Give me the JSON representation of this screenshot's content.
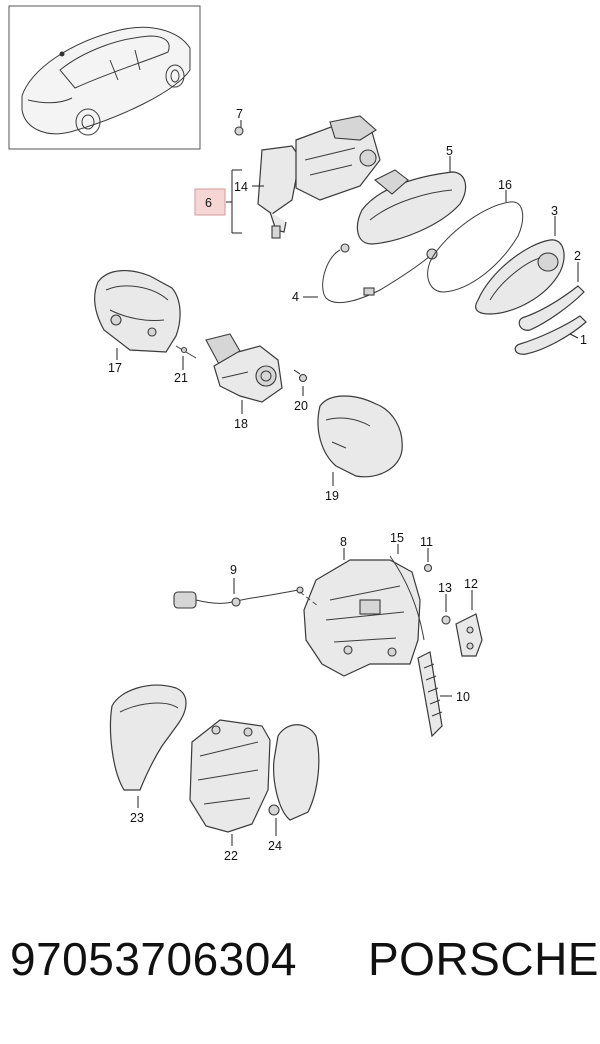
{
  "part_number": "97053706304",
  "brand": "PORSCHE",
  "callouts": {
    "c1": "1",
    "c2": "2",
    "c3": "3",
    "c4": "4",
    "c5": "5",
    "c6": "6",
    "c7": "7",
    "c8": "8",
    "c9": "9",
    "c10": "10",
    "c11": "11",
    "c12": "12",
    "c13": "13",
    "c14": "14",
    "c15": "15",
    "c16": "16",
    "c17": "17",
    "c18": "18",
    "c19": "19",
    "c20": "20",
    "c21": "21",
    "c22": "22",
    "c23": "23",
    "c24": "24"
  },
  "colors": {
    "highlight_fill": "#f6d5d5",
    "highlight_stroke": "#d39a9a"
  }
}
